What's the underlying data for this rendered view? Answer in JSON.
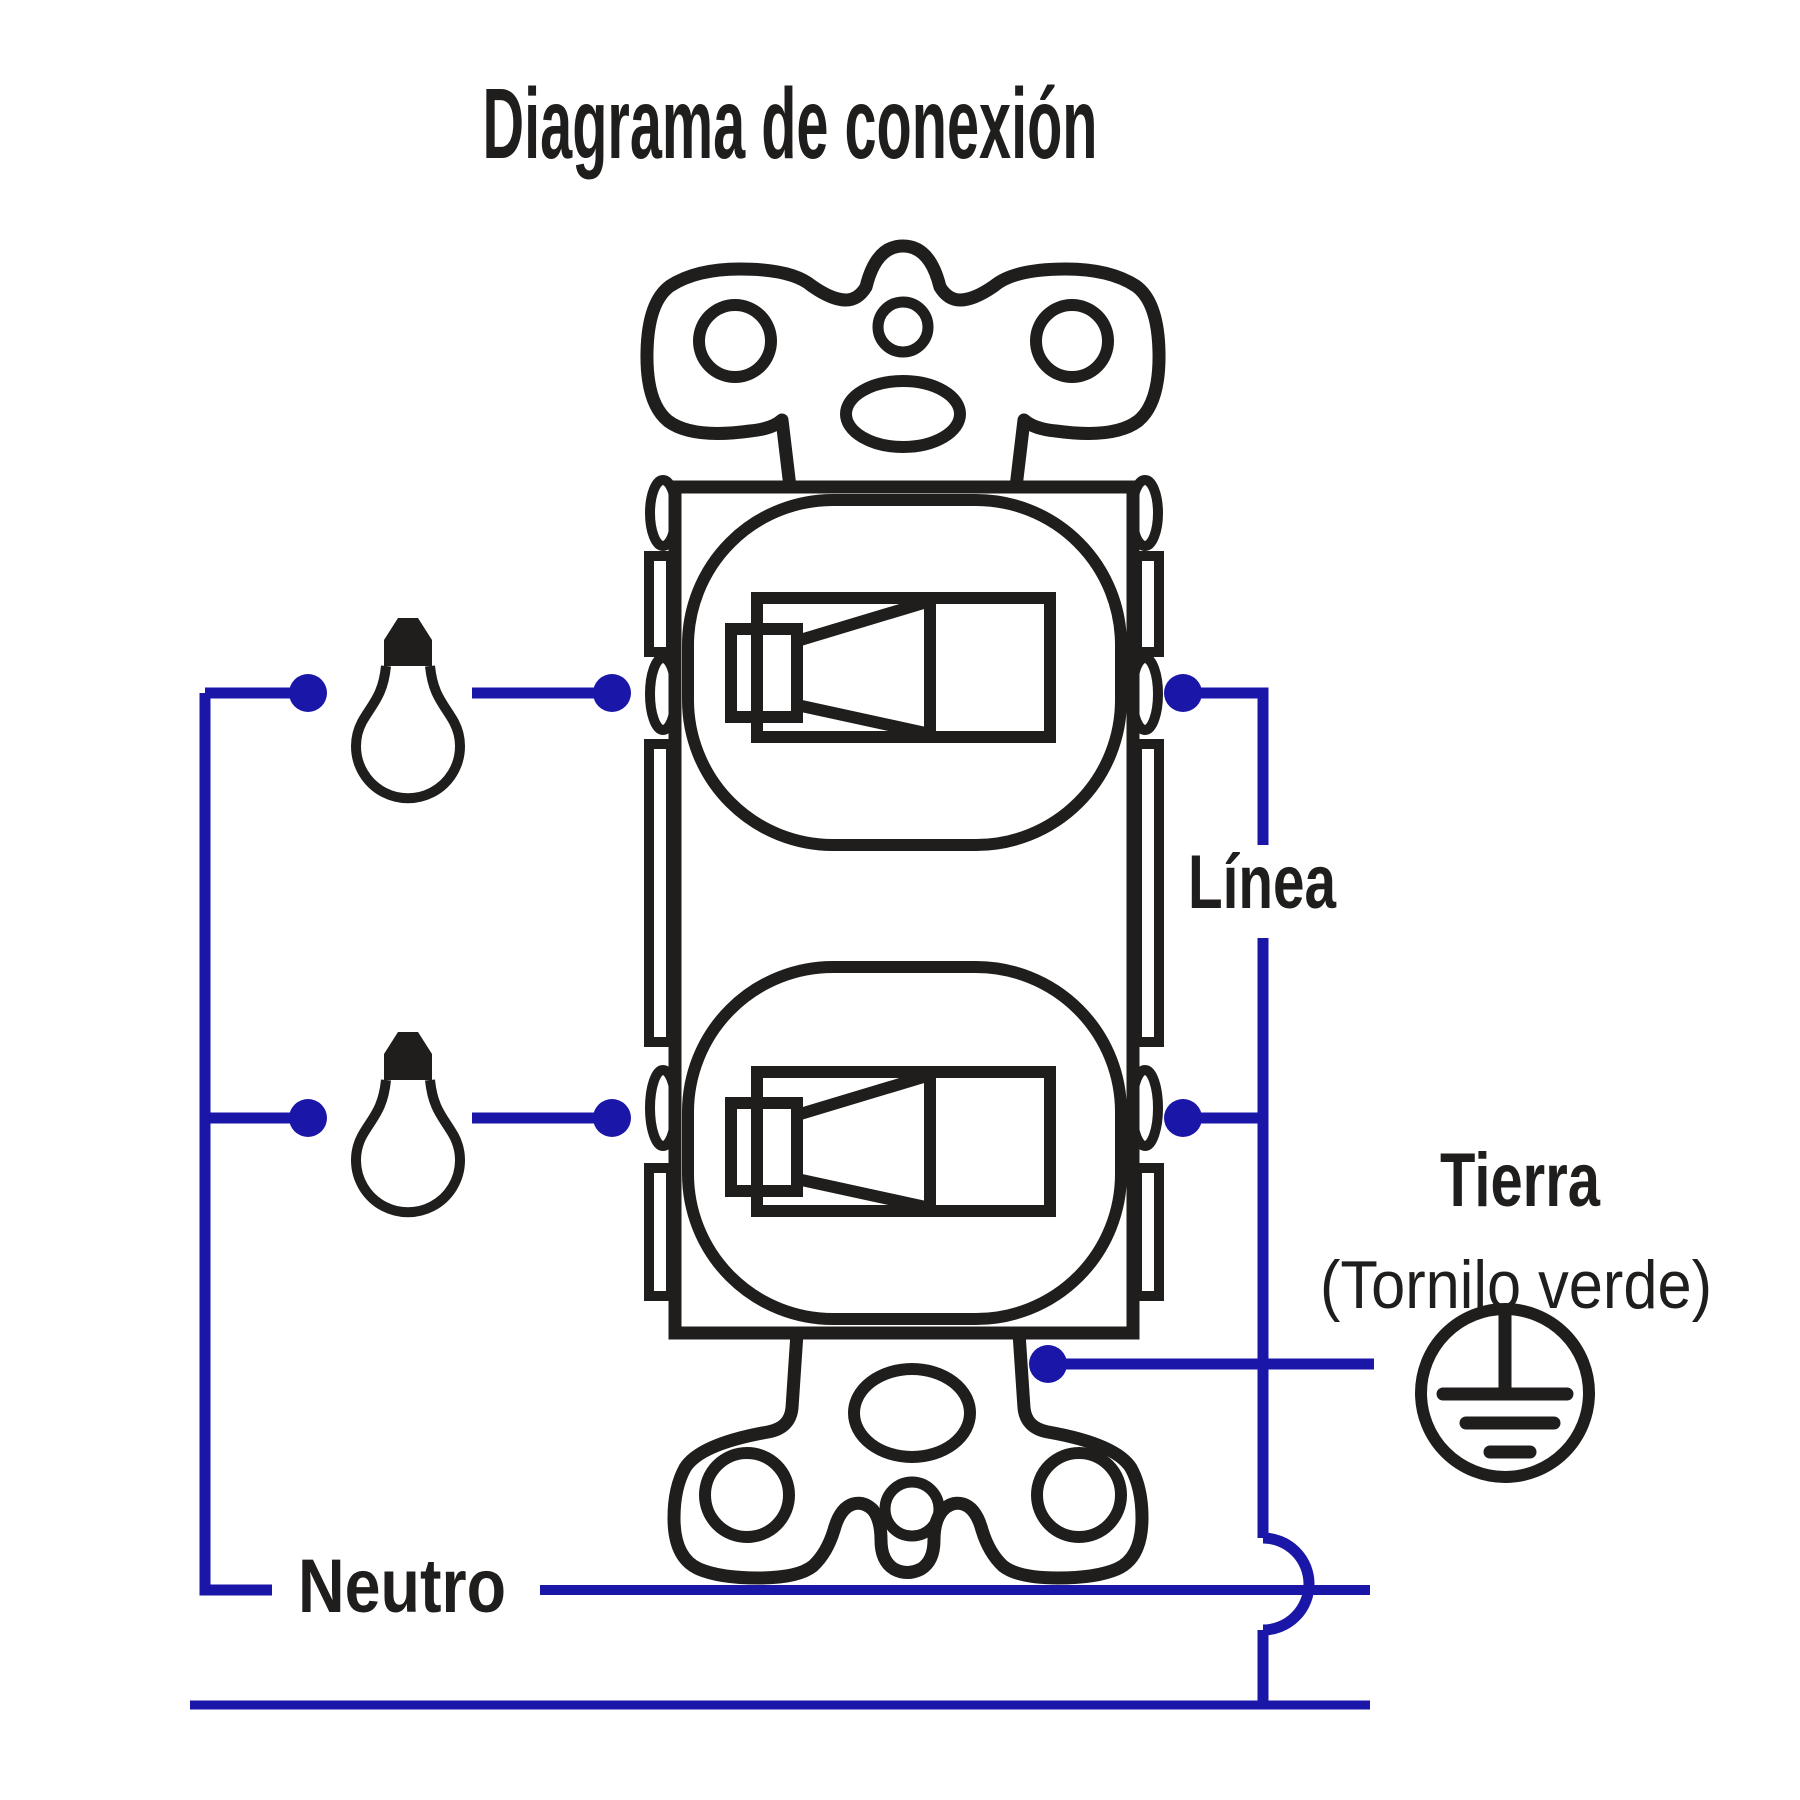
{
  "title": "Diagrama de conexión",
  "labels": {
    "line": "Línea",
    "ground": "Tierra",
    "ground_note": "(Tornilo verde)",
    "neutral": "Neutro"
  },
  "colors": {
    "wire": "#1a16a8",
    "ink": "#201e1c",
    "background": "#ffffff"
  },
  "components": {
    "device": "double-toggle-switch",
    "switch_count": 2,
    "bulbs": [
      "light-bulb-top",
      "light-bulb-bottom"
    ],
    "ground_symbol": "protective-earth",
    "junction_dot_count": 7
  }
}
